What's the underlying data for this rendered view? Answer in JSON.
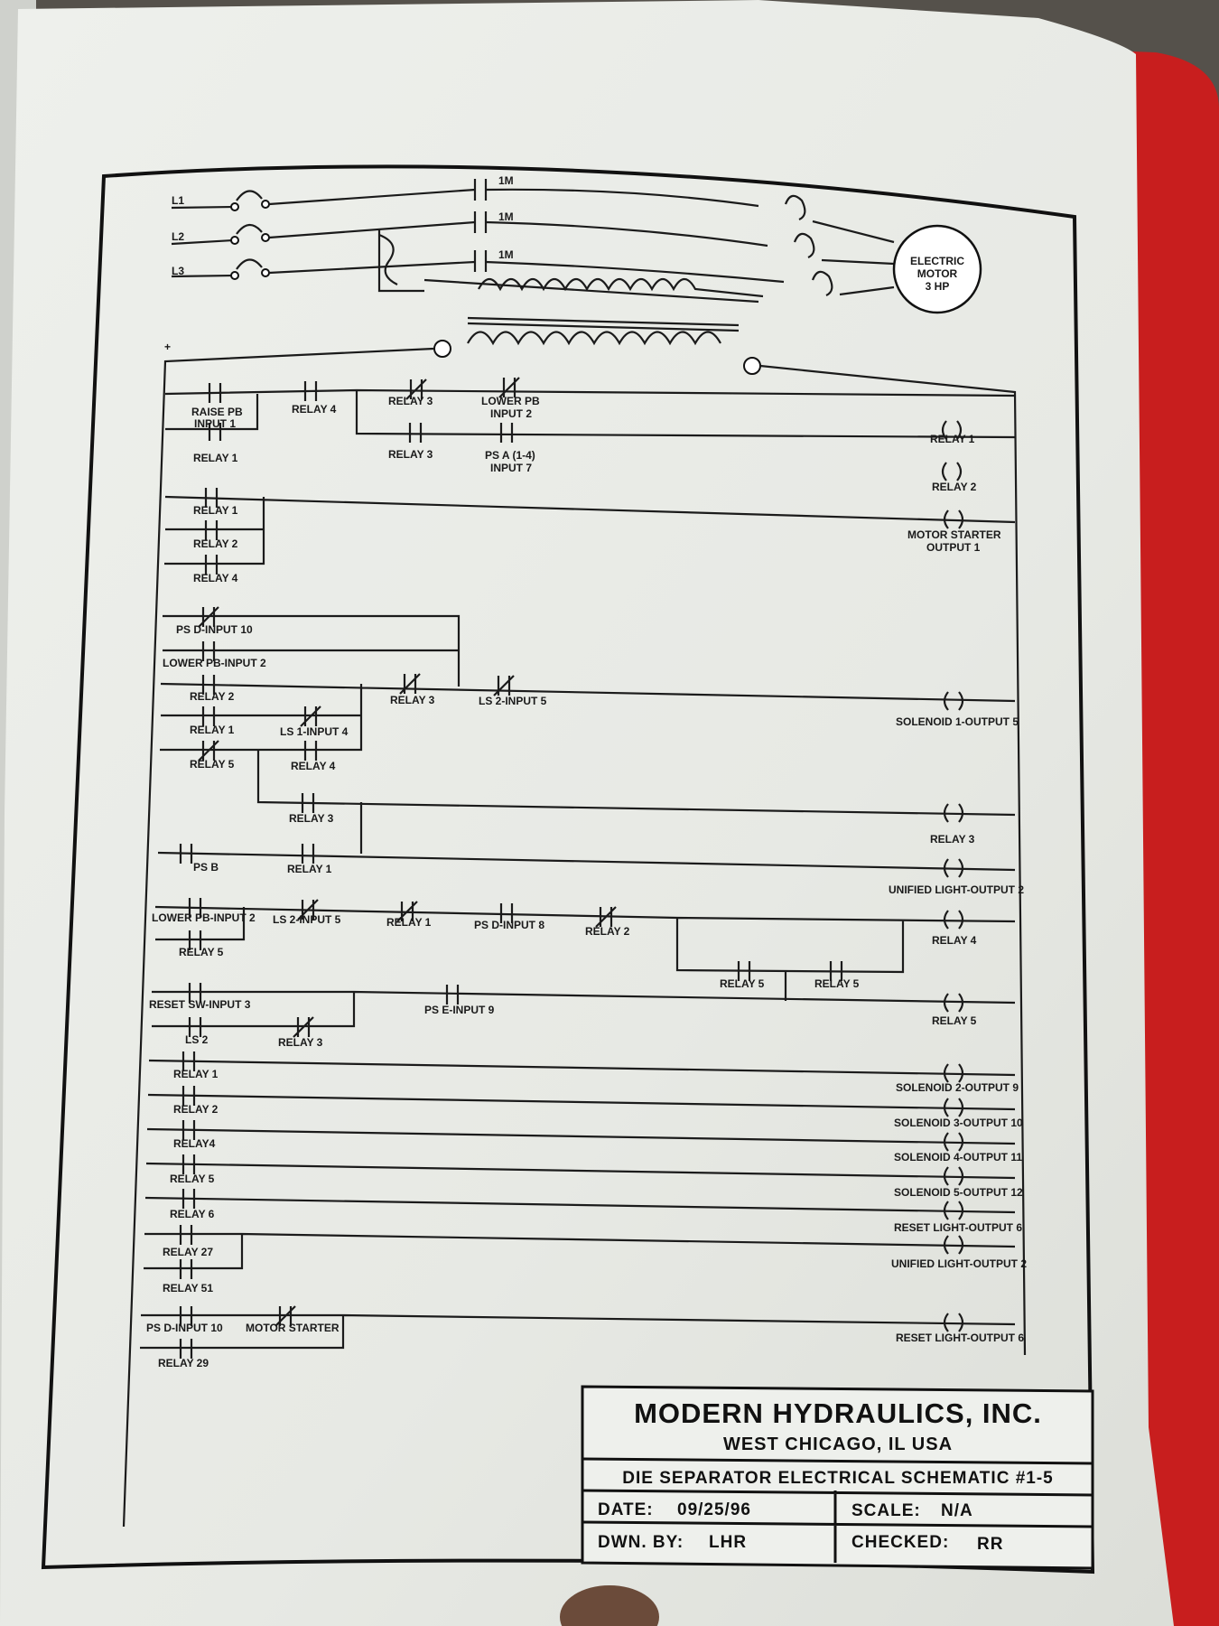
{
  "motor_circuit": {
    "lines": [
      "L1",
      "L2",
      "L3"
    ],
    "contacts": [
      "1M",
      "1M",
      "1M"
    ],
    "motor_label": [
      "ELECTRIC",
      "MOTOR",
      "3 HP"
    ],
    "plus_sign": "+"
  },
  "rungs": {
    "r1": {
      "raise_pb": [
        "RAISE PB",
        "INPUT 1"
      ],
      "relay4": "RELAY 4",
      "relay3_nc": "RELAY 3",
      "lower_pb": [
        "LOWER PB",
        "INPUT 2"
      ],
      "coil": "RELAY 1"
    },
    "r1b": {
      "relay1": "RELAY 1",
      "relay3": "RELAY 3",
      "ps_a": [
        "PS A (1-4)",
        "INPUT 7"
      ],
      "coil": "RELAY 2"
    },
    "r2": {
      "relay1": "RELAY 1",
      "relay2": "RELAY 2",
      "relay4": "RELAY 4",
      "coil": [
        "MOTOR STARTER",
        "OUTPUT 1"
      ]
    },
    "r3": {
      "ps_d": "PS D-INPUT 10",
      "lower_pb": "LOWER PB-INPUT 2",
      "relay2": "RELAY 2",
      "relay1": "RELAY 1",
      "relay5": "RELAY 5",
      "ls1": "LS 1-INPUT 4",
      "relay4": "RELAY 4",
      "relay3_nc": "RELAY 3",
      "ls2": "LS 2-INPUT 5",
      "coil": "SOLENOID 1-OUTPUT 5"
    },
    "r4": {
      "relay3": "RELAY 3",
      "coil": "RELAY 3"
    },
    "r5": {
      "ps_b": "PS B",
      "relay1": "RELAY 1",
      "coil": "UNIFIED LIGHT-OUTPUT 2"
    },
    "r6": {
      "lower_pb": "LOWER PB-INPUT 2",
      "relay5": "RELAY 5",
      "ls2": "LS 2-INPUT 5",
      "relay1": "RELAY 1",
      "ps_d": "PS D-INPUT 8",
      "relay2": "RELAY 2",
      "relay5a": "RELAY 5",
      "relay5b": "RELAY 5",
      "coil": "RELAY 4"
    },
    "r7": {
      "reset_sw": "RESET SW-INPUT 3",
      "ls2": "LS 2",
      "relay3": "RELAY 3",
      "ps_e": "PS E-INPUT 9",
      "coil": "RELAY 5"
    },
    "r8": {
      "contact": "RELAY 1",
      "coil": "SOLENOID 2-OUTPUT 9"
    },
    "r9": {
      "contact": "RELAY 2",
      "coil": "SOLENOID 3-OUTPUT 10"
    },
    "r10": {
      "contact": "RELAY4",
      "coil": "SOLENOID 4-OUTPUT 11"
    },
    "r11": {
      "contact": "RELAY 5",
      "coil": "SOLENOID 5-OUTPUT 12"
    },
    "r12": {
      "contact": "RELAY 6",
      "coil": "RESET LIGHT-OUTPUT 6"
    },
    "r13": {
      "contact_a": "RELAY 27",
      "contact_b": "RELAY 51",
      "coil": "UNIFIED LIGHT-OUTPUT 2"
    },
    "r14": {
      "ps_d": "PS D-INPUT 10",
      "motor_starter": "MOTOR STARTER",
      "relay29": "RELAY 29",
      "coil": "RESET LIGHT-OUTPUT 6"
    }
  },
  "title_block": {
    "company": "MODERN HYDRAULICS, INC.",
    "location": "WEST CHICAGO, IL USA",
    "drawing_title": "DIE SEPARATOR ELECTRICAL SCHEMATIC #1-5",
    "date_label": "DATE:",
    "date_value": "09/25/96",
    "scale_label": "SCALE:",
    "scale_value": "N/A",
    "drawn_label": "DWN. BY:",
    "drawn_value": "LHR",
    "checked_label": "CHECKED:",
    "checked_value": "RR"
  },
  "colors": {
    "paper": "#e9ebe6",
    "binder_red": "#c81e1e",
    "ink": "#1b1b1b"
  }
}
